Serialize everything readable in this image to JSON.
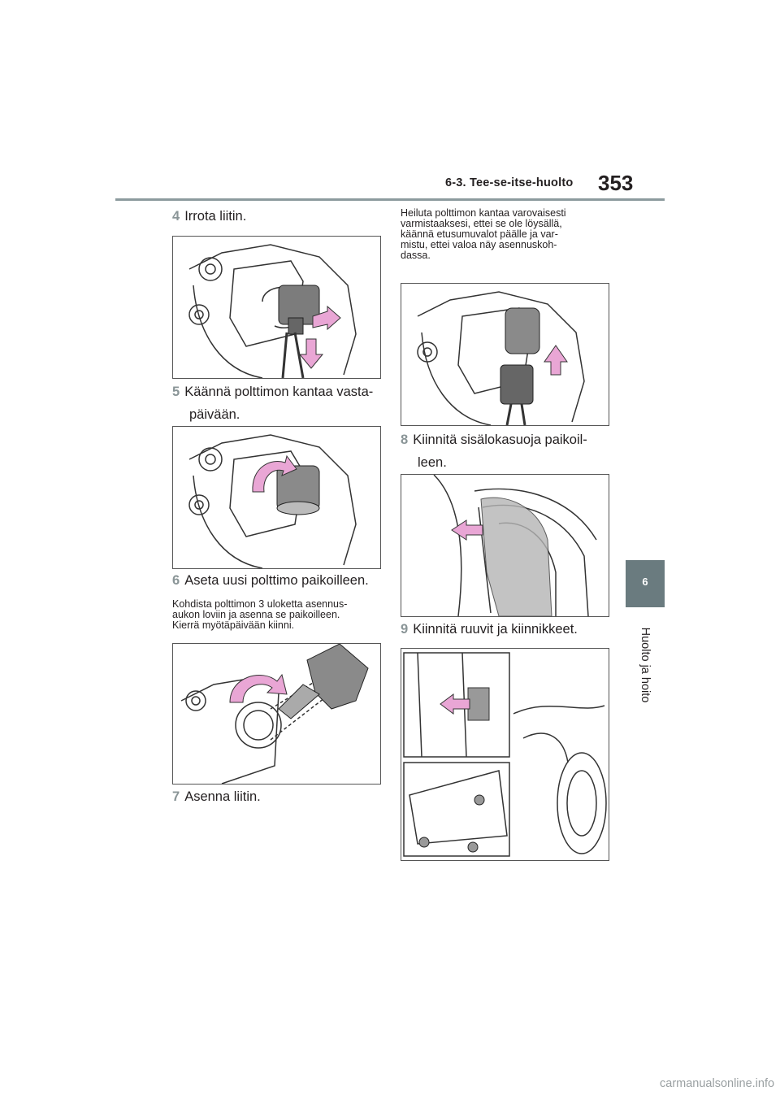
{
  "header": {
    "section": "6-3. Tee-se-itse-huolto",
    "page_number": "353"
  },
  "side_tab": {
    "chapter": "6",
    "chapter_title": "Huolto ja hoito"
  },
  "steps": [
    {
      "num": "4",
      "line1": "Irrota liitin."
    },
    {
      "num": "5",
      "line1": "Käännä polttimon kantaa vasta-",
      "line2": "päivään."
    },
    {
      "num": "6",
      "line1": "Aseta uusi polttimo paikoilleen."
    },
    {
      "num": "7",
      "line1": "Asenna liitin."
    },
    {
      "num": "8",
      "line1": "Kiinnitä sisälokasuoja paikoil-",
      "line2": "leen."
    },
    {
      "num": "9",
      "line1": "Kiinnitä ruuvit ja kiinnikkeet."
    }
  ],
  "notes": {
    "step6": [
      "Kohdista polttimon 3 uloketta asennus-",
      "aukon loviin ja asenna se paikoilleen.",
      "Kierrä myötäpäivään kiinni."
    ],
    "step7": [
      "Heiluta polttimon kantaa varovaisesti",
      "varmistaaksesi, ettei se ole löysällä,",
      "käännä etusumuvalot päälle ja var-",
      "mistu, ettei valoa näy asennuskoh-",
      "dassa."
    ]
  },
  "figures": [
    {
      "id": "fig-disconnect-connector",
      "arrow_color": "#e9a6d5"
    },
    {
      "id": "fig-rotate-bulb-base",
      "arrow_color": "#e9a6d5"
    },
    {
      "id": "fig-insert-new-bulb",
      "arrow_color": "#e9a6d5"
    },
    {
      "id": "fig-install-connector",
      "arrow_color": "#e9a6d5"
    },
    {
      "id": "fig-fender-liner",
      "arrow_color": "#e9a6d5"
    },
    {
      "id": "fig-screws-clips",
      "arrow_color": "#e9a6d5"
    }
  ],
  "watermark": "carmanualsonline.info"
}
